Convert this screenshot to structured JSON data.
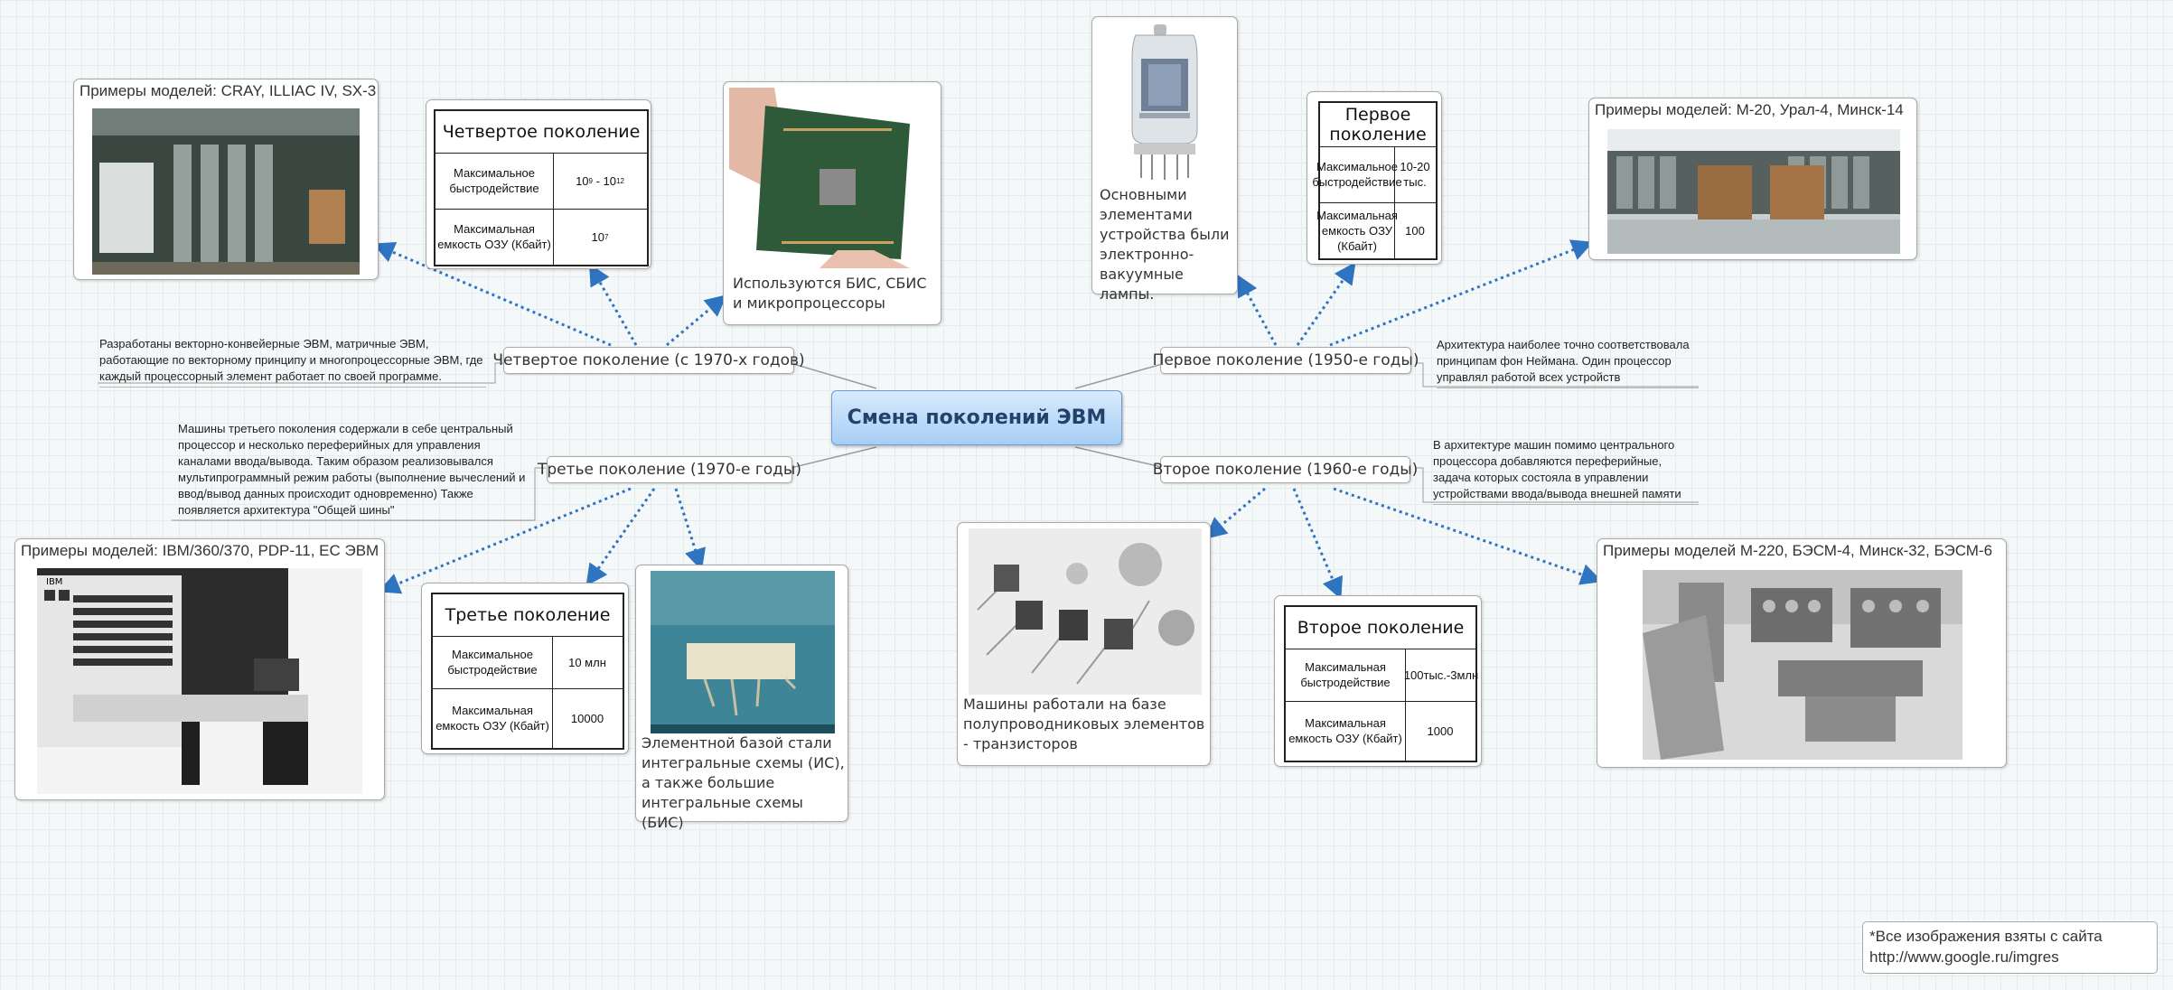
{
  "central": {
    "title": "Смена поколений ЭВМ"
  },
  "branches": {
    "first": {
      "label": "Первое поколение (1950-е годы)",
      "note": "Архитектура наиболее точно соответствовала принципам фон Неймана. Один процессор управлял работой всех устройств",
      "examples_title": "Примеры моделей: М-20, Урал-4, Минск-14",
      "element_caption": "Основными элементами устройства были электронно-вакуумные лампы.",
      "table": {
        "title": "Первое поколение",
        "speed_label": "Максимальное быстродействие",
        "speed_value": "10-20 тыс.",
        "memory_label": "Максимальная емкость ОЗУ (Кбайт)",
        "memory_value": "100"
      }
    },
    "second": {
      "label": "Второе поколение (1960-е годы)",
      "note": "В архитектуре машин помимо центрального процессора добавляются переферийные, задача которых состояла в управлении устройствами ввода/вывода внешней памяти",
      "examples_title": "Примеры моделей М-220, БЭСМ-4, Минск-32, БЭСМ-6",
      "element_caption": "Машины работали на базе полупроводниковых элементов - транзисторов",
      "table": {
        "title": "Второе поколение",
        "speed_label": "Максимальная быстродействие",
        "speed_value": "100тыс.-3млн",
        "memory_label": "Максимальная емкость ОЗУ (Кбайт)",
        "memory_value": "1000"
      }
    },
    "third": {
      "label": "Третье поколение (1970-е годы)",
      "note": "Машины третьего поколения содержали в себе центральный процессор и несколько переферийных для управления каналами ввода/вывода. Таким образом реализовывался мультипрограммный режим работы (выполнение вычеслений и ввод/вывод данных происходит одновременно) Также появляется архитектура \"Общей шины\"",
      "examples_title": "Примеры моделей: IBM/360/370, PDP-11, ЕС ЭВМ",
      "element_caption": "Элементной базой стали интегральные схемы (ИС), а также большие интегральные схемы (БИС)",
      "table": {
        "title": "Третье поколение",
        "speed_label": "Максимальное быстродействие",
        "speed_value": "10 млн",
        "memory_label": "Максимальная емкость ОЗУ (Кбайт)",
        "memory_value": "10000"
      }
    },
    "fourth": {
      "label": "Четвертое поколение (с 1970-х годов)",
      "note": "Разработаны векторно-конвейерные ЭВМ, матричные ЭВМ, работающие по векторному принципу и многопроцессорные ЭВМ, где каждый процессорный элемент работает по своей программе.",
      "examples_title": "Примеры моделей: CRAY, ILLIAC IV, SX-3",
      "element_caption": "Используются БИС, СБИС и микропроцессоры",
      "table": {
        "title": "Четвертое поколение",
        "speed_label": "Максимальное быстродействие",
        "speed_base_1": "10",
        "speed_exp_1": "9",
        "speed_sep": " - ",
        "speed_base_2": "10",
        "speed_exp_2": "12",
        "memory_label": "Максимальная емкость ОЗУ (Кбайт)",
        "memory_base": "10",
        "memory_exp": "7"
      }
    }
  },
  "credit": "*Все изображения взяты с сайта http://www.google.ru/imgres",
  "colors": {
    "connector": "#2f74c0",
    "central_border": "#6f9cd3",
    "line": "#9a9a9a"
  }
}
